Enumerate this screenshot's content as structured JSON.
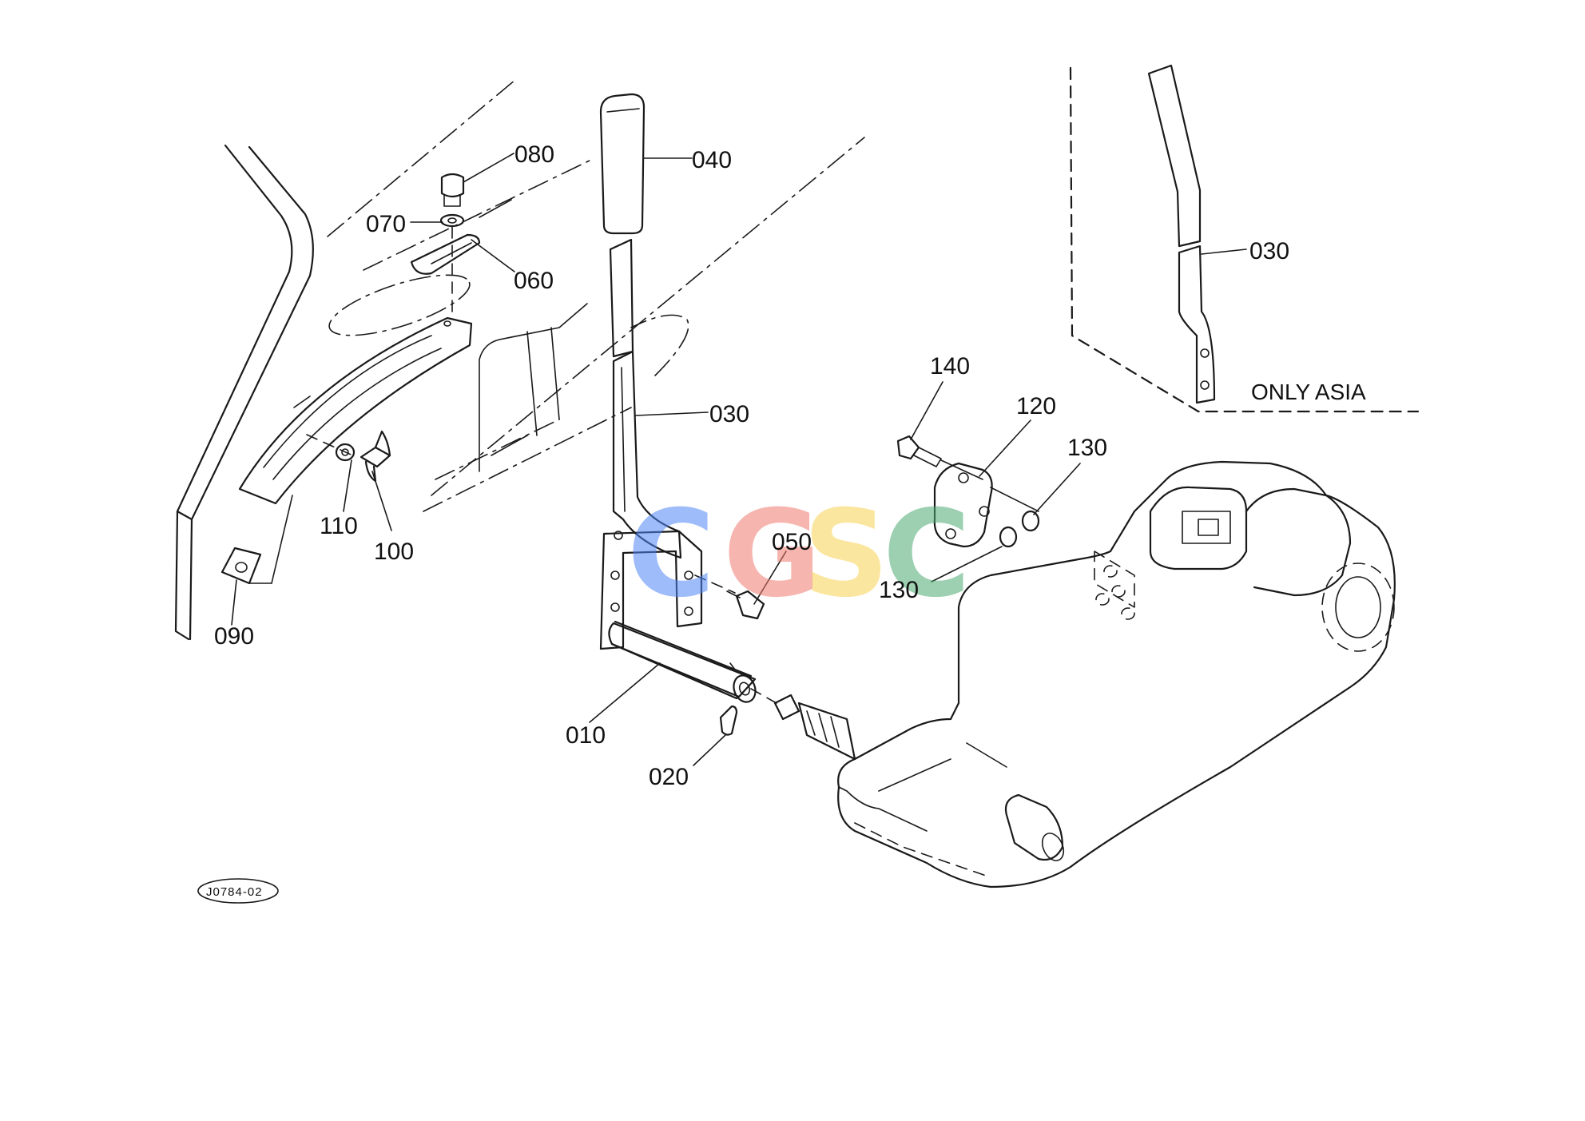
{
  "labels": {
    "p010": "010",
    "p020": "020",
    "p030": "030",
    "p030_asia": "030",
    "p040": "040",
    "p050": "050",
    "p060": "060",
    "p070": "070",
    "p080": "080",
    "p090": "090",
    "p100": "100",
    "p110": "110",
    "p120": "120",
    "p130_a": "130",
    "p130_b": "130",
    "p140": "140"
  },
  "note": "ONLY ASIA",
  "drawing_code": "J0784-02",
  "watermark": {
    "letters": [
      "C",
      "G",
      "S",
      "C"
    ],
    "colors": [
      "#4f86f7",
      "#f07c6e",
      "#f8d254",
      "#4cab72"
    ]
  }
}
